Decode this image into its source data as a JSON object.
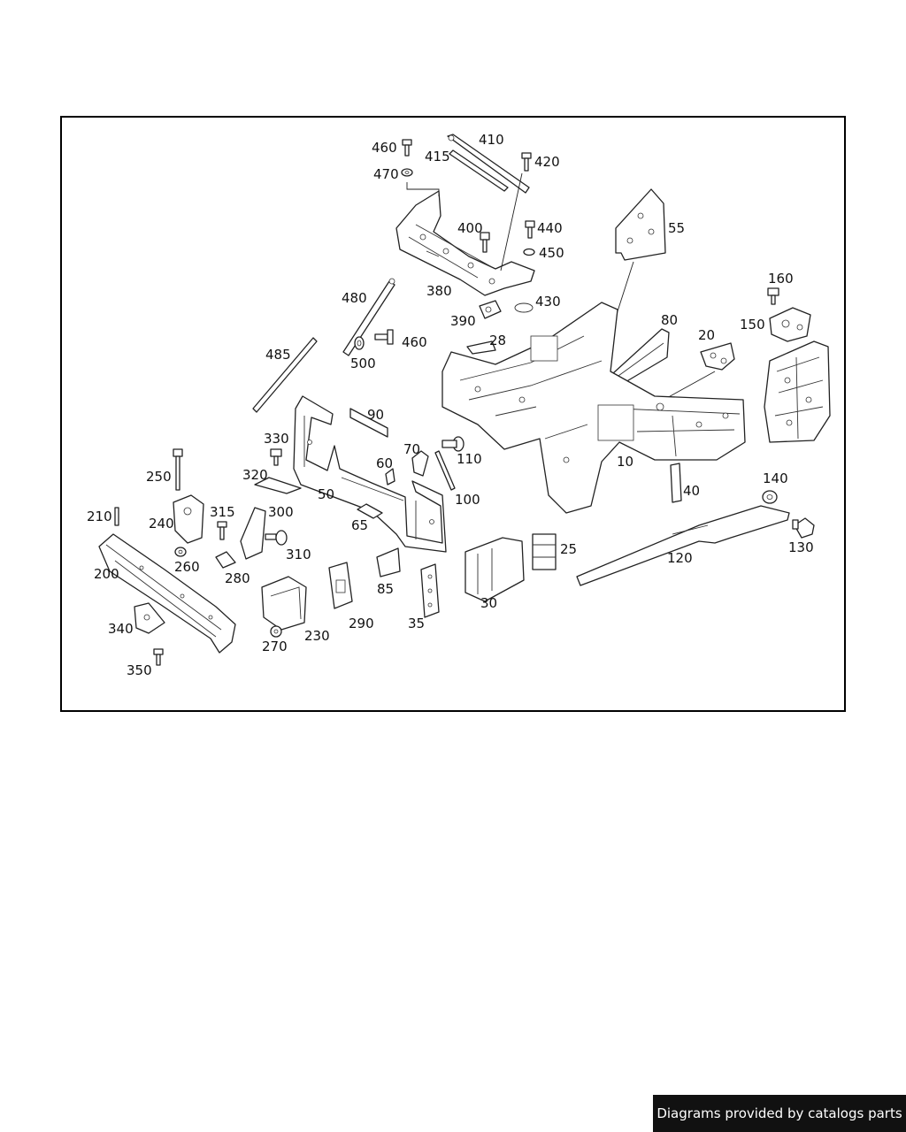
{
  "footer_text": "Diagrams provided by catalogs parts",
  "parts": [
    {
      "id": "p460a",
      "label": "460"
    },
    {
      "id": "p410",
      "label": "410"
    },
    {
      "id": "p415",
      "label": "415"
    },
    {
      "id": "p420",
      "label": "420"
    },
    {
      "id": "p470",
      "label": "470"
    },
    {
      "id": "p400",
      "label": "400"
    },
    {
      "id": "p440",
      "label": "440"
    },
    {
      "id": "p55",
      "label": "55"
    },
    {
      "id": "p450",
      "label": "450"
    },
    {
      "id": "p480",
      "label": "480"
    },
    {
      "id": "p380",
      "label": "380"
    },
    {
      "id": "p160",
      "label": "160"
    },
    {
      "id": "p430",
      "label": "430"
    },
    {
      "id": "p390",
      "label": "390"
    },
    {
      "id": "p150",
      "label": "150"
    },
    {
      "id": "p80",
      "label": "80"
    },
    {
      "id": "p460b",
      "label": "460"
    },
    {
      "id": "p28",
      "label": "28"
    },
    {
      "id": "p20",
      "label": "20"
    },
    {
      "id": "p485",
      "label": "485"
    },
    {
      "id": "p500",
      "label": "500"
    },
    {
      "id": "p90",
      "label": "90"
    },
    {
      "id": "p330",
      "label": "330"
    },
    {
      "id": "p70",
      "label": "70"
    },
    {
      "id": "p110",
      "label": "110"
    },
    {
      "id": "p10",
      "label": "10"
    },
    {
      "id": "p60",
      "label": "60"
    },
    {
      "id": "p250",
      "label": "250"
    },
    {
      "id": "p320",
      "label": "320"
    },
    {
      "id": "p50",
      "label": "50"
    },
    {
      "id": "p140",
      "label": "140"
    },
    {
      "id": "p40",
      "label": "40"
    },
    {
      "id": "p100",
      "label": "100"
    },
    {
      "id": "p315",
      "label": "315"
    },
    {
      "id": "p300",
      "label": "300"
    },
    {
      "id": "p210",
      "label": "210"
    },
    {
      "id": "p240",
      "label": "240"
    },
    {
      "id": "p65",
      "label": "65"
    },
    {
      "id": "p25",
      "label": "25"
    },
    {
      "id": "p130",
      "label": "130"
    },
    {
      "id": "p310",
      "label": "310"
    },
    {
      "id": "p260",
      "label": "260"
    },
    {
      "id": "p120",
      "label": "120"
    },
    {
      "id": "p200",
      "label": "200"
    },
    {
      "id": "p280",
      "label": "280"
    },
    {
      "id": "p85",
      "label": "85"
    },
    {
      "id": "p30",
      "label": "30"
    },
    {
      "id": "p290",
      "label": "290"
    },
    {
      "id": "p35",
      "label": "35"
    },
    {
      "id": "p340",
      "label": "340"
    },
    {
      "id": "p230",
      "label": "230"
    },
    {
      "id": "p270",
      "label": "270"
    },
    {
      "id": "p350",
      "label": "350"
    }
  ]
}
